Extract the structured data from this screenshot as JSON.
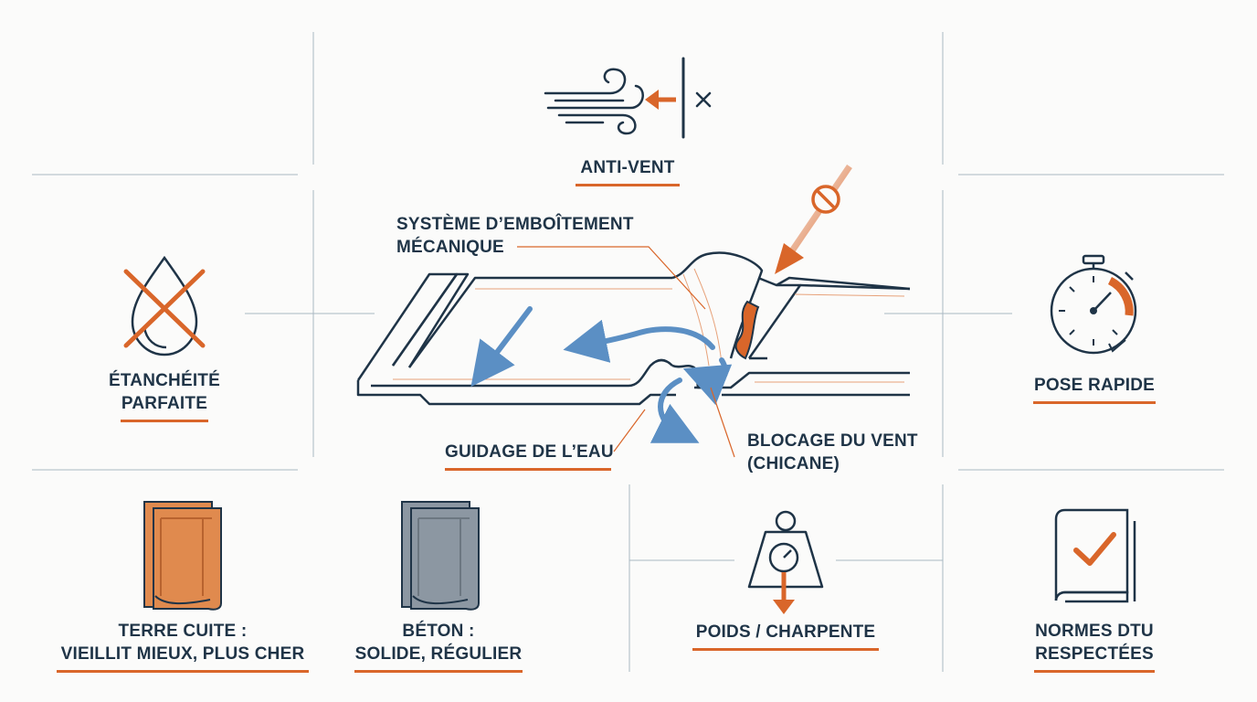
{
  "colors": {
    "navy": "#1f3447",
    "orange": "#d9662a",
    "blue": "#5b8fc4",
    "grid": "#9fb0bd",
    "terracotta": "#e08a4e",
    "concrete": "#8c97a2"
  },
  "center": {
    "emboitement_line1": "SYSTÈME D’EMBOÎTEMENT",
    "emboitement_line2": "MÉCANIQUE",
    "guidage": "GUIDAGE DE L’EAU",
    "blocage_line1": "BLOCAGE DU VENT",
    "blocage_line2": "(CHICANE)"
  },
  "features": {
    "anti_vent": {
      "label": "ANTI-VENT",
      "icon": "wind-blocked-icon"
    },
    "etancheite": {
      "line1": "ÉTANCHÉITÉ",
      "line2": "PARFAITE",
      "icon": "water-drop-crossed-icon"
    },
    "pose_rapide": {
      "label": "POSE RAPIDE",
      "icon": "stopwatch-icon"
    },
    "terre_cuite": {
      "line1": "TERRE CUITE :",
      "line2": "VIEILLIT MIEUX, PLUS CHER",
      "icon": "terracotta-tile-icon"
    },
    "beton": {
      "line1": "BÉTON :",
      "line2": "SOLIDE, RÉGULIER",
      "icon": "concrete-tile-icon"
    },
    "poids": {
      "label": "POIDS / CHARPENTE",
      "icon": "weight-icon"
    },
    "normes": {
      "line1": "NORMES DTU",
      "line2": "RESPECTÉES",
      "icon": "checked-book-icon"
    }
  }
}
